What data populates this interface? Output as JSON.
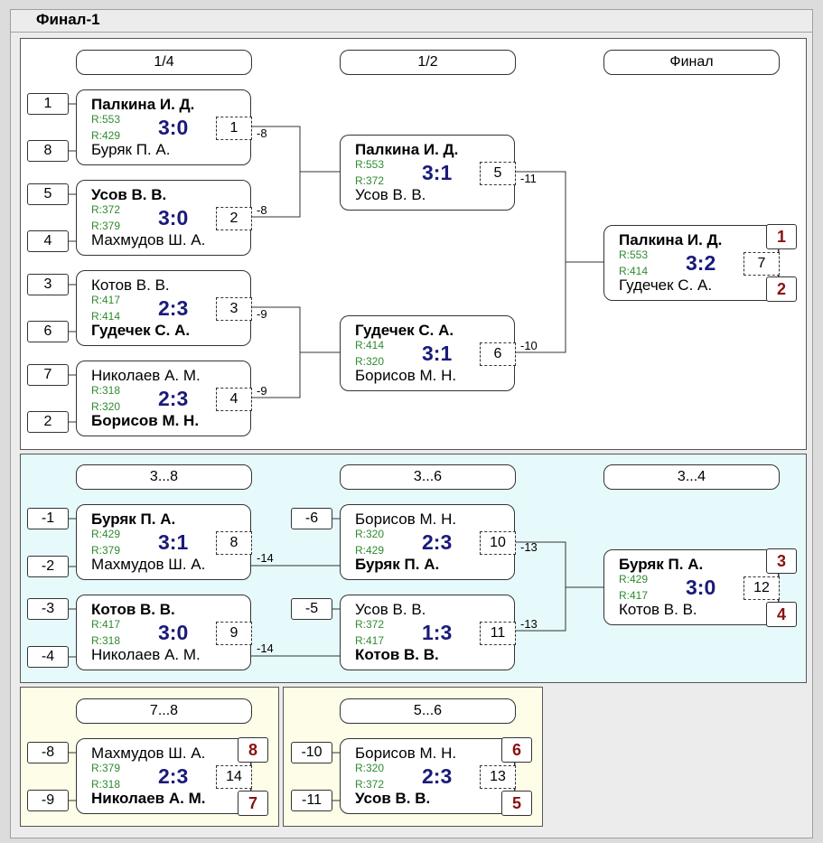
{
  "page": {
    "title": "Финал-1"
  },
  "panels": {
    "main": {
      "rounds": [
        "1/4",
        "1/2",
        "Финал"
      ],
      "seeds": [
        "1",
        "8",
        "5",
        "4",
        "3",
        "6",
        "7",
        "2"
      ],
      "matches": [
        {
          "num": "1",
          "score": "3:0",
          "top": "Палкина И. Д.",
          "top_r": "R:553",
          "bottom": "Буряк П. А.",
          "bottom_r": "R:429",
          "out": "-8"
        },
        {
          "num": "2",
          "score": "3:0",
          "top": "Усов В. В.",
          "top_r": "R:372",
          "bottom": "Махмудов Ш. А.",
          "bottom_r": "R:379",
          "out": "-8"
        },
        {
          "num": "3",
          "score": "2:3",
          "top": "Котов В. В.",
          "top_r": "R:417",
          "bottom": "Гудечек С. А.",
          "bottom_r": "R:414",
          "out": "-9"
        },
        {
          "num": "4",
          "score": "2:3",
          "top": "Николаев А. М.",
          "top_r": "R:318",
          "bottom": "Борисов М. Н.",
          "bottom_r": "R:320",
          "out": "-9"
        },
        {
          "num": "5",
          "score": "3:1",
          "top": "Палкина И. Д.",
          "top_r": "R:553",
          "bottom": "Усов В. В.",
          "bottom_r": "R:372",
          "out": "-11"
        },
        {
          "num": "6",
          "score": "3:1",
          "top": "Гудечек С. А.",
          "top_r": "R:414",
          "bottom": "Борисов М. Н.",
          "bottom_r": "R:320",
          "out": "-10"
        },
        {
          "num": "7",
          "score": "3:2",
          "top": "Палкина И. Д.",
          "top_r": "R:553",
          "bottom": "Гудечек С. А.",
          "bottom_r": "R:414",
          "place_top": "1",
          "place_bottom": "2"
        }
      ]
    },
    "places_3_8": {
      "rounds": [
        "3...8",
        "3...6",
        "3...4"
      ],
      "seeds": [
        "-1",
        "-2",
        "-3",
        "-4",
        "-6",
        "-5"
      ],
      "matches": [
        {
          "num": "8",
          "score": "3:1",
          "top": "Буряк П. А.",
          "top_r": "R:429",
          "bottom": "Махмудов Ш. А.",
          "bottom_r": "R:379",
          "out": "-14"
        },
        {
          "num": "9",
          "score": "3:0",
          "top": "Котов В. В.",
          "top_r": "R:417",
          "bottom": "Николаев А. М.",
          "bottom_r": "R:318",
          "out": "-14"
        },
        {
          "num": "10",
          "score": "2:3",
          "top": "Борисов М. Н.",
          "top_r": "R:320",
          "bottom": "Буряк П. А.",
          "bottom_r": "R:429",
          "out": "-13"
        },
        {
          "num": "11",
          "score": "1:3",
          "top": "Усов В. В.",
          "top_r": "R:372",
          "bottom": "Котов В. В.",
          "bottom_r": "R:417",
          "out": "-13"
        },
        {
          "num": "12",
          "score": "3:0",
          "top": "Буряк П. А.",
          "top_r": "R:429",
          "bottom": "Котов В. В.",
          "bottom_r": "R:417",
          "place_top": "3",
          "place_bottom": "4"
        }
      ]
    },
    "places_7_8": {
      "round": "7...8",
      "seeds": [
        "-8",
        "-9"
      ],
      "match": {
        "num": "14",
        "score": "2:3",
        "top": "Махмудов Ш. А.",
        "top_r": "R:379",
        "bottom": "Николаев А. М.",
        "bottom_r": "R:318",
        "place_top": "8",
        "place_bottom": "7"
      }
    },
    "places_5_6": {
      "round": "5...6",
      "seeds": [
        "-10",
        "-11"
      ],
      "match": {
        "num": "13",
        "score": "2:3",
        "top": "Борисов М. Н.",
        "top_r": "R:320",
        "bottom": "Усов В. В.",
        "bottom_r": "R:372",
        "place_top": "6",
        "place_bottom": "5"
      }
    }
  }
}
